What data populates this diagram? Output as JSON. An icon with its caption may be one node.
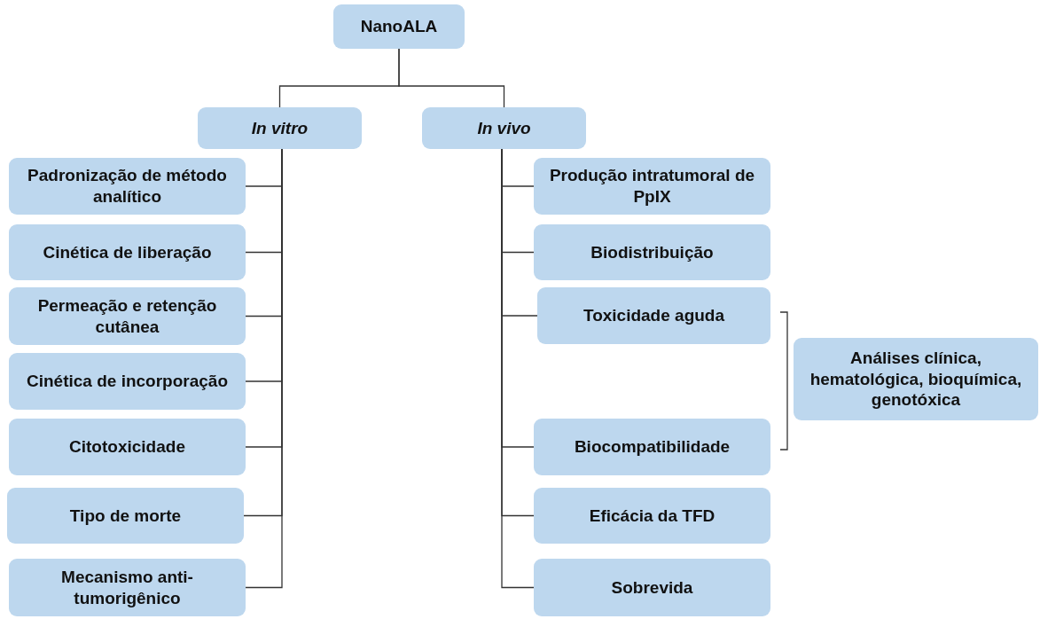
{
  "diagram": {
    "nodes": [
      {
        "text": [
          "NanoALA"
        ]
      },
      {
        "text": [
          "In vitro"
        ]
      },
      {
        "text": [
          "In vivo"
        ]
      },
      {
        "text": [
          "Padronização de método analítico"
        ]
      },
      {
        "text": [
          "Cinética de liberação"
        ]
      },
      {
        "text": [
          "Permeação  e retenção cutânea"
        ]
      },
      {
        "text": [
          "Cinética de incorporação"
        ]
      },
      {
        "text": [
          "Citotoxicidade"
        ]
      },
      {
        "text": [
          "Tipo de morte"
        ]
      },
      {
        "text": [
          "Mecanismo anti-tumorigênico"
        ]
      },
      {
        "text": [
          "Produção intratumoral de PpIX"
        ]
      },
      {
        "text": [
          "Biodistribuição"
        ]
      },
      {
        "text": [
          "Toxicidade aguda"
        ]
      },
      {
        "text": [
          "Biocompatibilidade"
        ]
      },
      {
        "text": [
          "Eficácia da TFD"
        ]
      },
      {
        "text": [
          "Sobrevida"
        ]
      },
      {
        "text": [
          "Análises clínica, hematológica, bioquímica, genotóxica"
        ]
      }
    ],
    "edges": [
      {
        "from": 0,
        "to": 1,
        "arrow": "none"
      },
      {
        "from": 0,
        "to": 2,
        "arrow": "none"
      },
      {
        "from": 1,
        "to": 3,
        "arrow": "none"
      },
      {
        "from": 1,
        "to": 4,
        "arrow": "none"
      },
      {
        "from": 1,
        "to": 5,
        "arrow": "none"
      },
      {
        "from": 1,
        "to": 6,
        "arrow": "none"
      },
      {
        "from": 1,
        "to": 7,
        "arrow": "none"
      },
      {
        "from": 1,
        "to": 8,
        "arrow": "none"
      },
      {
        "from": 1,
        "to": 9,
        "arrow": "none"
      },
      {
        "from": 2,
        "to": 10,
        "arrow": "none"
      },
      {
        "from": 2,
        "to": 11,
        "arrow": "none"
      },
      {
        "from": 2,
        "to": 12,
        "arrow": "none"
      },
      {
        "from": 2,
        "to": 13,
        "arrow": "none"
      },
      {
        "from": 2,
        "to": 14,
        "arrow": "none"
      },
      {
        "from": 2,
        "to": 15,
        "arrow": "none"
      }
    ]
  }
}
